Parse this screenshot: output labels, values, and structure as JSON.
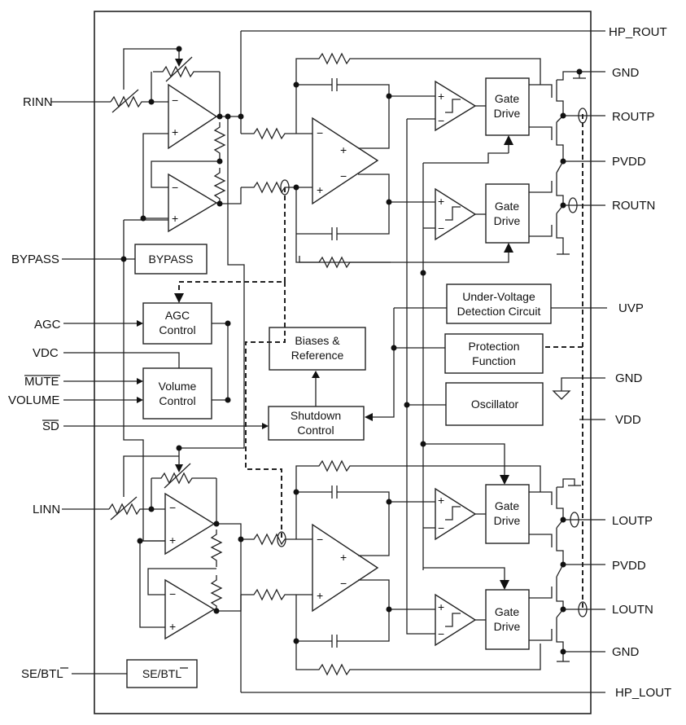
{
  "left_pins": [
    {
      "id": "rinn",
      "label": "RINN"
    },
    {
      "id": "bypass",
      "label": "BYPASS"
    },
    {
      "id": "agc",
      "label": "AGC"
    },
    {
      "id": "vdc",
      "label": "VDC"
    },
    {
      "id": "mute",
      "label": "MUTE",
      "overline": true
    },
    {
      "id": "volume",
      "label": "VOLUME"
    },
    {
      "id": "sd",
      "label": "SD",
      "overline": true
    },
    {
      "id": "linn",
      "label": "LINN"
    },
    {
      "id": "sebtl",
      "label": "SE/BTL",
      "overline_suffix": "L"
    }
  ],
  "right_pins": [
    {
      "id": "hp_rout",
      "label": "HP_ROUT"
    },
    {
      "id": "gnd1",
      "label": "GND"
    },
    {
      "id": "routp",
      "label": "ROUTP"
    },
    {
      "id": "pvdd1",
      "label": "PVDD"
    },
    {
      "id": "routn",
      "label": "ROUTN"
    },
    {
      "id": "uvp",
      "label": "UVP"
    },
    {
      "id": "gnd2",
      "label": "GND"
    },
    {
      "id": "vdd",
      "label": "VDD"
    },
    {
      "id": "loutp",
      "label": "LOUTP"
    },
    {
      "id": "pvdd2",
      "label": "PVDD"
    },
    {
      "id": "loutn",
      "label": "LOUTN"
    },
    {
      "id": "gnd3",
      "label": "GND"
    },
    {
      "id": "hp_lout",
      "label": "HP_LOUT"
    }
  ],
  "blocks": {
    "bypass": {
      "lines": [
        "BYPASS"
      ]
    },
    "agc": {
      "lines": [
        "AGC",
        "Control"
      ]
    },
    "volume": {
      "lines": [
        "Volume",
        "Control"
      ]
    },
    "biases": {
      "lines": [
        "Biases &",
        "Reference"
      ]
    },
    "shutdown": {
      "lines": [
        "Shutdown",
        "Control"
      ]
    },
    "uvd": {
      "lines": [
        "Under-Voltage",
        "Detection Circuit"
      ]
    },
    "protection": {
      "lines": [
        "Protection",
        "Function"
      ]
    },
    "oscillator": {
      "lines": [
        "Oscillator"
      ]
    },
    "sebtl": {
      "lines": [
        "SE/BTL"
      ]
    },
    "gate1": {
      "lines": [
        "Gate",
        "Drive"
      ]
    },
    "gate2": {
      "lines": [
        "Gate",
        "Drive"
      ]
    },
    "gate3": {
      "lines": [
        "Gate",
        "Drive"
      ]
    },
    "gate4": {
      "lines": [
        "Gate",
        "Drive"
      ]
    }
  },
  "opamp_signs": {
    "minus": "−",
    "plus": "+"
  }
}
